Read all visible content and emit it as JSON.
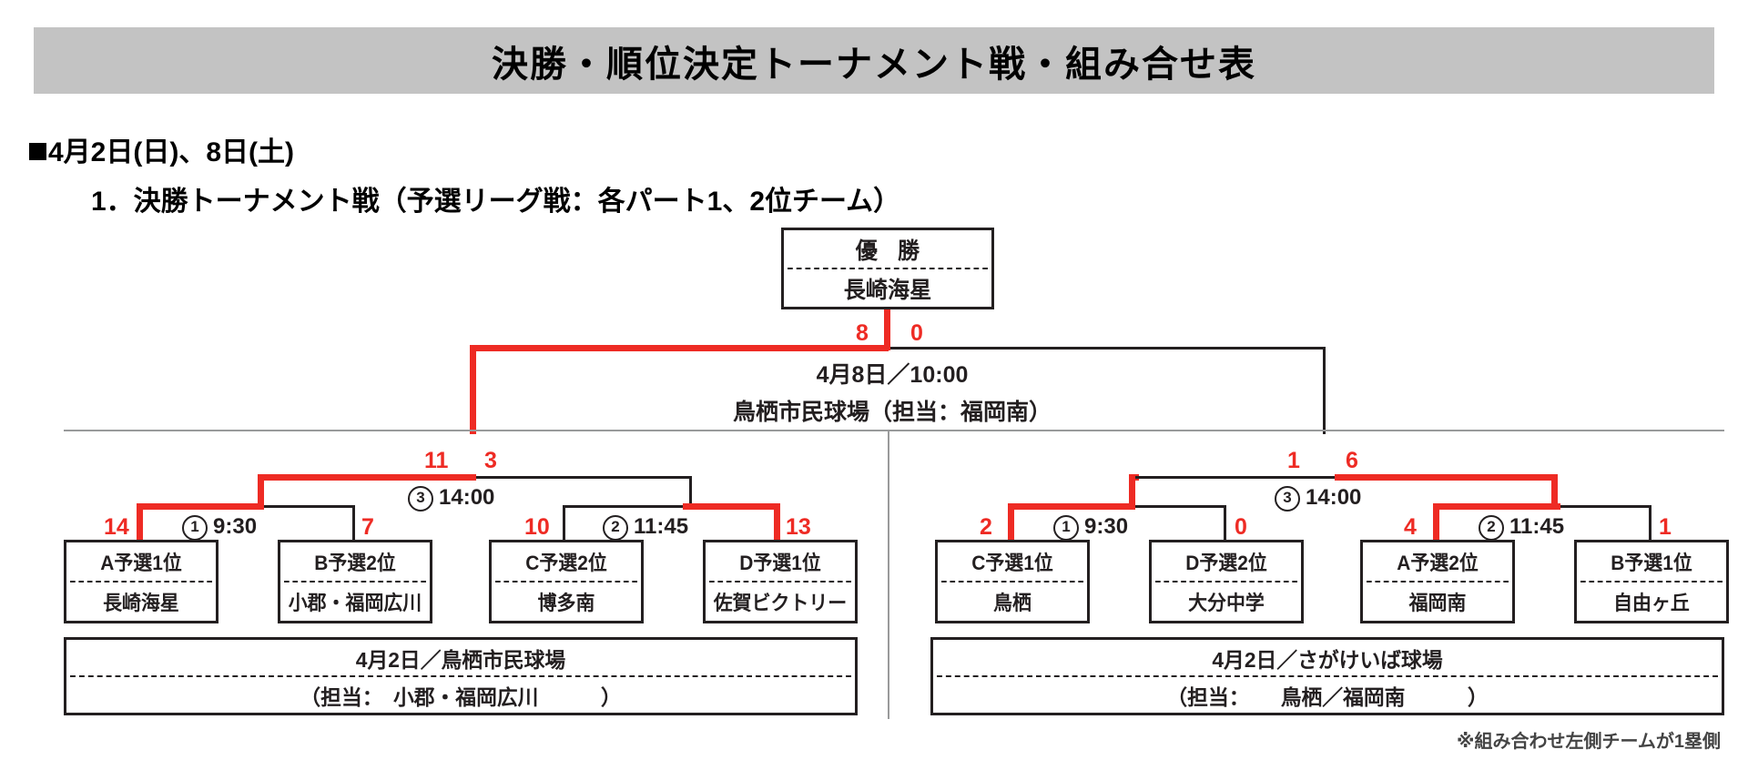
{
  "banner": {
    "title": "決勝・順位決定トーナメント戦・組み合せ表"
  },
  "headings": {
    "line1": "4月2日(日)、8日(土)",
    "line2": "1．決勝トーナメント戦（予選リーグ戦：各パート1、2位チーム）"
  },
  "champion": {
    "label": "優 勝",
    "team": "長崎海星"
  },
  "final": {
    "score_left": "8",
    "score_right": "0",
    "date": "4月8日／10:00",
    "venue": "鳥栖市民球場（担当：福岡南）"
  },
  "semifinals": [
    {
      "label_number": "3",
      "label_time": "14:00",
      "score_left": "11",
      "score_right": "3"
    },
    {
      "label_number": "3",
      "label_time": "14:00",
      "score_left": "1",
      "score_right": "6"
    }
  ],
  "quarterfinals": [
    {
      "label_number": "1",
      "label_time": "9:30",
      "score_left": "14",
      "score_right": "7"
    },
    {
      "label_number": "2",
      "label_time": "11:45",
      "score_left": "10",
      "score_right": "13"
    },
    {
      "label_number": "1",
      "label_time": "9:30",
      "score_left": "2",
      "score_right": "0"
    },
    {
      "label_number": "2",
      "label_time": "11:45",
      "score_left": "4",
      "score_right": "1"
    }
  ],
  "teams": [
    {
      "seed": "A予選1位",
      "name": "長崎海星"
    },
    {
      "seed": "B予選2位",
      "name": "小郡・福岡広川"
    },
    {
      "seed": "C予選2位",
      "name": "博多南"
    },
    {
      "seed": "D予選1位",
      "name": "佐賀ビクトリー"
    },
    {
      "seed": "C予選1位",
      "name": "鳥栖"
    },
    {
      "seed": "D予選2位",
      "name": "大分中学"
    },
    {
      "seed": "A予選2位",
      "name": "福岡南"
    },
    {
      "seed": "B予選1位",
      "name": "自由ヶ丘"
    }
  ],
  "venues": [
    {
      "date_place": "4月2日／鳥栖市民球場",
      "staff": "（担当：　小郡・福岡広川　　　）"
    },
    {
      "date_place": "4月2日／さがけいば球場",
      "staff": "（担当：　　鳥栖／福岡南　　　）"
    }
  ],
  "note": "※組み合わせ左側チームが1塁側",
  "colors": {
    "banner_bg": "#c3c3c3",
    "win_line": "#ee2b24",
    "line": "#231f20"
  }
}
